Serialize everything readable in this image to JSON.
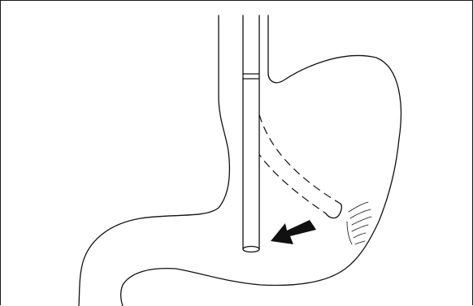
{
  "figure": {
    "colors": {
      "line": "#111111",
      "background": "#ffffff",
      "arrow": "#111111"
    },
    "elements": [
      "esophagus",
      "stomach",
      "duodenum",
      "straight-tube",
      "dashed-curved-tube",
      "direction-arrow",
      "gastric-wall-folds"
    ]
  }
}
